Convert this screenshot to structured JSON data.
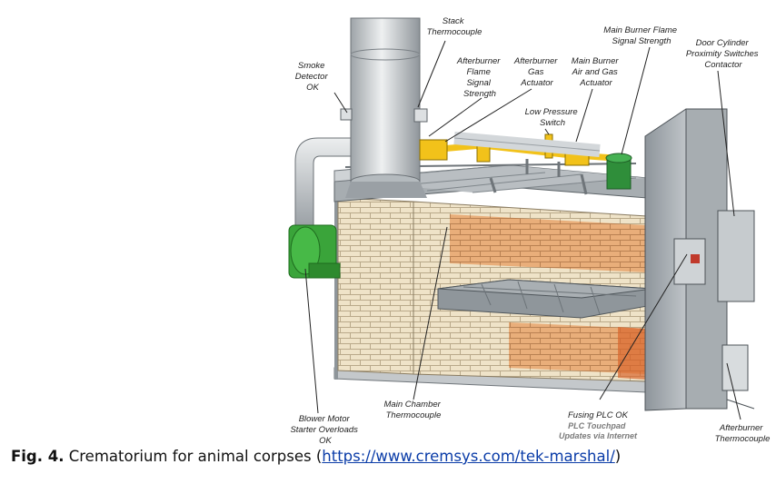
{
  "labels": {
    "stack_thermocouple": [
      "Stack",
      "Thermocouple"
    ],
    "smoke_detector": [
      "Smoke",
      "Detector",
      "OK"
    ],
    "afterburner_flame": [
      "Afterburner",
      "Flame",
      "Signal",
      "Strength"
    ],
    "afterburner_gas": [
      "Afterburner",
      "Gas",
      "Actuator"
    ],
    "main_burner_air_gas": [
      "Main Burner",
      "Air and Gas",
      "Actuator"
    ],
    "main_burner_flame": [
      "Main Burner Flame",
      "Signal Strength"
    ],
    "door_cylinder": [
      "Door Cylinder",
      "Proximity Switches",
      "Contactor"
    ],
    "low_pressure": [
      "Low Pressure",
      "Switch"
    ],
    "blower_motor": [
      "Blower Motor",
      "Starter Overloads",
      "OK"
    ],
    "main_chamber": [
      "Main Chamber",
      "Thermocouple"
    ],
    "fusing_plc": [
      "Fusing PLC OK"
    ],
    "plc_touchpad": [
      "PLC Touchpad",
      "Updates via Internet"
    ],
    "afterburner_thermo": [
      "Afterburner",
      "Thermocouple"
    ]
  },
  "caption": {
    "fig": "Fig. 4.",
    "text": " Crematorium for animal corpses (",
    "link": "https://www.cremsys.com/tek-marshal/",
    "close": ")"
  },
  "colors": {
    "brick": "#efe3c8",
    "brick_hot": "#e6a066",
    "steel": "#c9ced2",
    "gas_pipe": "#f2c21a",
    "blower": "#3aa43a"
  }
}
